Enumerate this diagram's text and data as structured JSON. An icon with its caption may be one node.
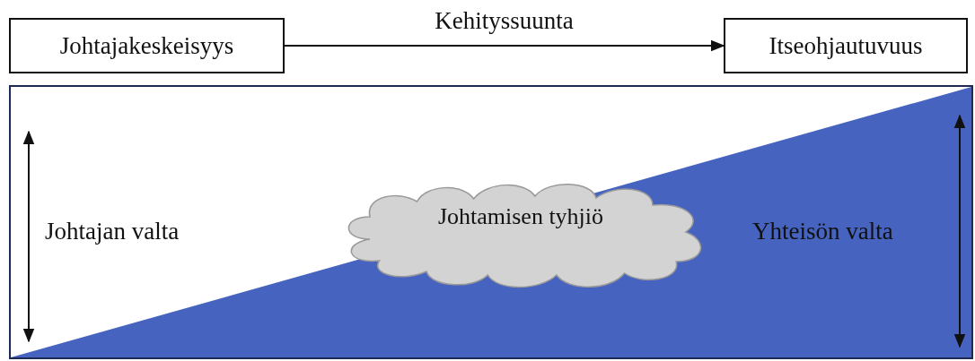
{
  "diagram": {
    "nodes": [
      {
        "text": [
          "Johtajakeskeisyys"
        ]
      },
      {
        "text": [
          "Itseohjautuvuus"
        ]
      },
      {
        "text": [],
        "shape": "box"
      },
      {
        "text": [
          "Johtamisen tyhjiö"
        ],
        "in": 2
      }
    ],
    "edges": [
      {
        "from": 0,
        "to": 1,
        "arrow": "to",
        "label": "Kehityssuunta"
      }
    ],
    "labels": [
      "Johtajan valta",
      "Yhteisön valta"
    ]
  }
}
